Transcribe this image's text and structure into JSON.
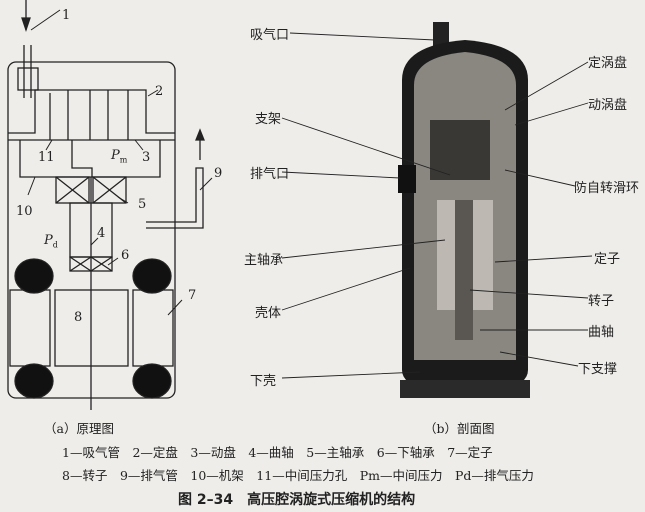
{
  "schematic": {
    "labels": [
      "1",
      "2",
      "3",
      "4",
      "5",
      "6",
      "7",
      "8",
      "9",
      "10",
      "11"
    ],
    "pm": "P",
    "pm_sub": "m",
    "pd": "P",
    "pd_sub": "d"
  },
  "section": {
    "labels": {
      "suction": "吸气口",
      "fixed_scroll": "定涡盘",
      "orbiting_scroll": "动涡盘",
      "frame": "支架",
      "discharge": "排气口",
      "oldham": "防自转滑环",
      "main_bearing": "主轴承",
      "stator": "定子",
      "rotor": "转子",
      "shell": "壳体",
      "crankshaft": "曲轴",
      "lower_shell": "下壳",
      "lower_support": "下支撑"
    }
  },
  "captions": {
    "a": "（a）原理图",
    "b": "（b）剖面图",
    "legend_line1": "1—吸气管　2—定盘　3—动盘　4—曲轴　5—主轴承　6—下轴承　7—定子",
    "legend_line2": "8—转子　9—排气管　10—机架　11—中间压力孔　Pm—中间压力　Pd—排气压力",
    "figure_title": "图 2–34　高压腔涡旋式压缩机的结构"
  }
}
